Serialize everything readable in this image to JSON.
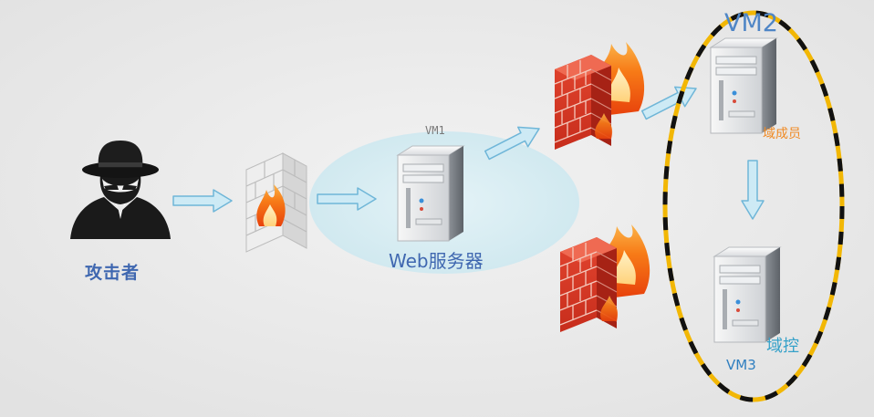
{
  "labels": {
    "attacker": "攻击者",
    "web_server": "Web服务器",
    "vm1": "VM1",
    "vm2": "VM2",
    "domain_member": "域成员",
    "domain_controller": "域控",
    "vm3": "VM3"
  },
  "icons": {
    "attacker": "hacker-icon",
    "firewall_plain": "brick-firewall-icon",
    "firewall_red": "red-brick-firewall-icon",
    "server": "server-tower-icon",
    "arrow": "arrow-icon"
  },
  "colors": {
    "label_blue": "#3f67b0",
    "vm2_blue": "#4f86c6",
    "member_orange": "#f08a24",
    "dc_cyan": "#35a1c9",
    "arrow_fill": "#cdeaf5",
    "arrow_stroke": "#6fb6d8",
    "domain_ring_yellow": "#f2b705",
    "domain_ring_black": "#111111",
    "vm1_zone": "#d4ebf1"
  }
}
